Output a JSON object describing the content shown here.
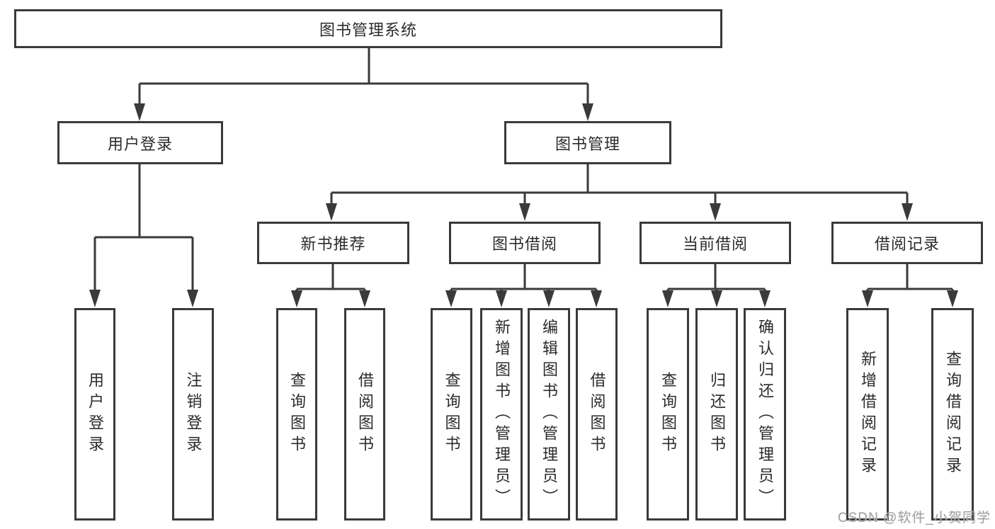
{
  "diagram_title": "图书管理系统",
  "colors": {
    "line": "#3a3a3a",
    "box_border": "#3a3a3a",
    "box_fill": "#ffffff",
    "text": "#2b2b2b",
    "watermark": "#a3a3a3",
    "background": "#ffffff"
  },
  "nodes": {
    "root": {
      "label": "图书管理系统"
    },
    "user_login": {
      "label": "用户登录"
    },
    "book_mgmt": {
      "label": "图书管理"
    },
    "new_book_rec": {
      "label": "新书推荐"
    },
    "book_borrow": {
      "label": "图书借阅"
    },
    "current_borrow": {
      "label": "当前借阅"
    },
    "borrow_records": {
      "label": "借阅记录"
    },
    "leaf_user_login": {
      "label": "用户登录"
    },
    "leaf_logout": {
      "label": "注销登录"
    },
    "rec_query_books": {
      "label": "查询图书"
    },
    "rec_borrow_books": {
      "label": "借阅图书"
    },
    "borrow_query_books": {
      "label": "查询图书"
    },
    "borrow_add_books": {
      "label": "新增图书（管理员）"
    },
    "borrow_edit_books": {
      "label": "编辑图书（管理员）"
    },
    "borrow_borrow_books": {
      "label": "借阅图书"
    },
    "current_query_books": {
      "label": "查询图书"
    },
    "current_return_books": {
      "label": "归还图书"
    },
    "current_confirm_return": {
      "label": "确认归还（管理员）"
    },
    "records_add_record": {
      "label": "新增借阅记录"
    },
    "records_query_record": {
      "label": "查询借阅记录"
    }
  },
  "hierarchy": {
    "root": "图书管理系统",
    "children": [
      {
        "label": "用户登录",
        "children": [
          "用户登录",
          "注销登录"
        ]
      },
      {
        "label": "图书管理",
        "children": [
          {
            "label": "新书推荐",
            "children": [
              "查询图书",
              "借阅图书"
            ]
          },
          {
            "label": "图书借阅",
            "children": [
              "查询图书",
              "新增图书（管理员）",
              "编辑图书（管理员）",
              "借阅图书"
            ]
          },
          {
            "label": "当前借阅",
            "children": [
              "查询图书",
              "归还图书",
              "确认归还（管理员）"
            ]
          },
          {
            "label": "借阅记录",
            "children": [
              "新增借阅记录",
              "查询借阅记录"
            ]
          }
        ]
      }
    ]
  },
  "watermark": {
    "text": "CSDN @软件_小贺同学"
  }
}
